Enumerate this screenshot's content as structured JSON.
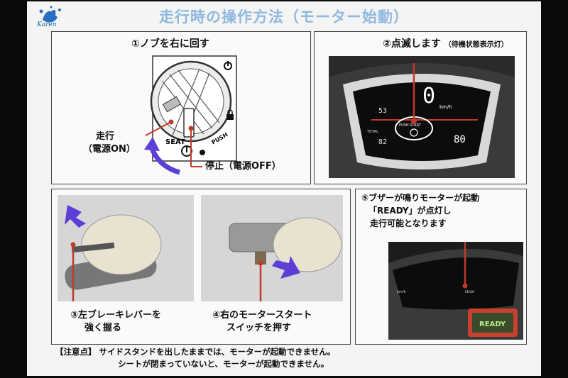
{
  "title": "走行時の操作方法（モーター始動）",
  "logo": {
    "text": "Karen",
    "icon": "splash-logo-icon"
  },
  "panel1": {
    "step": "①ノブを右に回す",
    "run_label_line1": "走行",
    "run_label_line2": "（電源ON）",
    "stop_label": "停止（電源OFF）",
    "seat_text": "SEAT",
    "push_text": "PUSH"
  },
  "panel2": {
    "step": "②点滅します",
    "step_note": "（待機状態表示灯）",
    "speed": "0",
    "speed_unit": "km/h",
    "push_start": "PUSH START",
    "odo": "82",
    "battery_pct": "80",
    "trip": "53",
    "total_label": "TOTAL"
  },
  "panel3": {
    "left_step_line1": "③左ブレーキレバーを",
    "left_step_line2": "強く握る",
    "right_step_line1": "④右のモータースタート",
    "right_step_line2": "スイッチを押す"
  },
  "panel4": {
    "line1": "⑤ブザーが鳴りモーターが起動",
    "line2": "「READY」が点灯し",
    "line3": "走行可能となります",
    "ready_text": "READY",
    "ready_small": "READY",
    "speed_unit": "km/h"
  },
  "note": {
    "line1": "【注意点】 サイドスタンドを出したままでは、モーターが起動できません。",
    "line2": "シートが閉まっていないと、モーターが起動できません。"
  },
  "colors": {
    "accent": "#c0392b",
    "arrow": "#5b3fd6",
    "title": "#8fb8e0"
  }
}
